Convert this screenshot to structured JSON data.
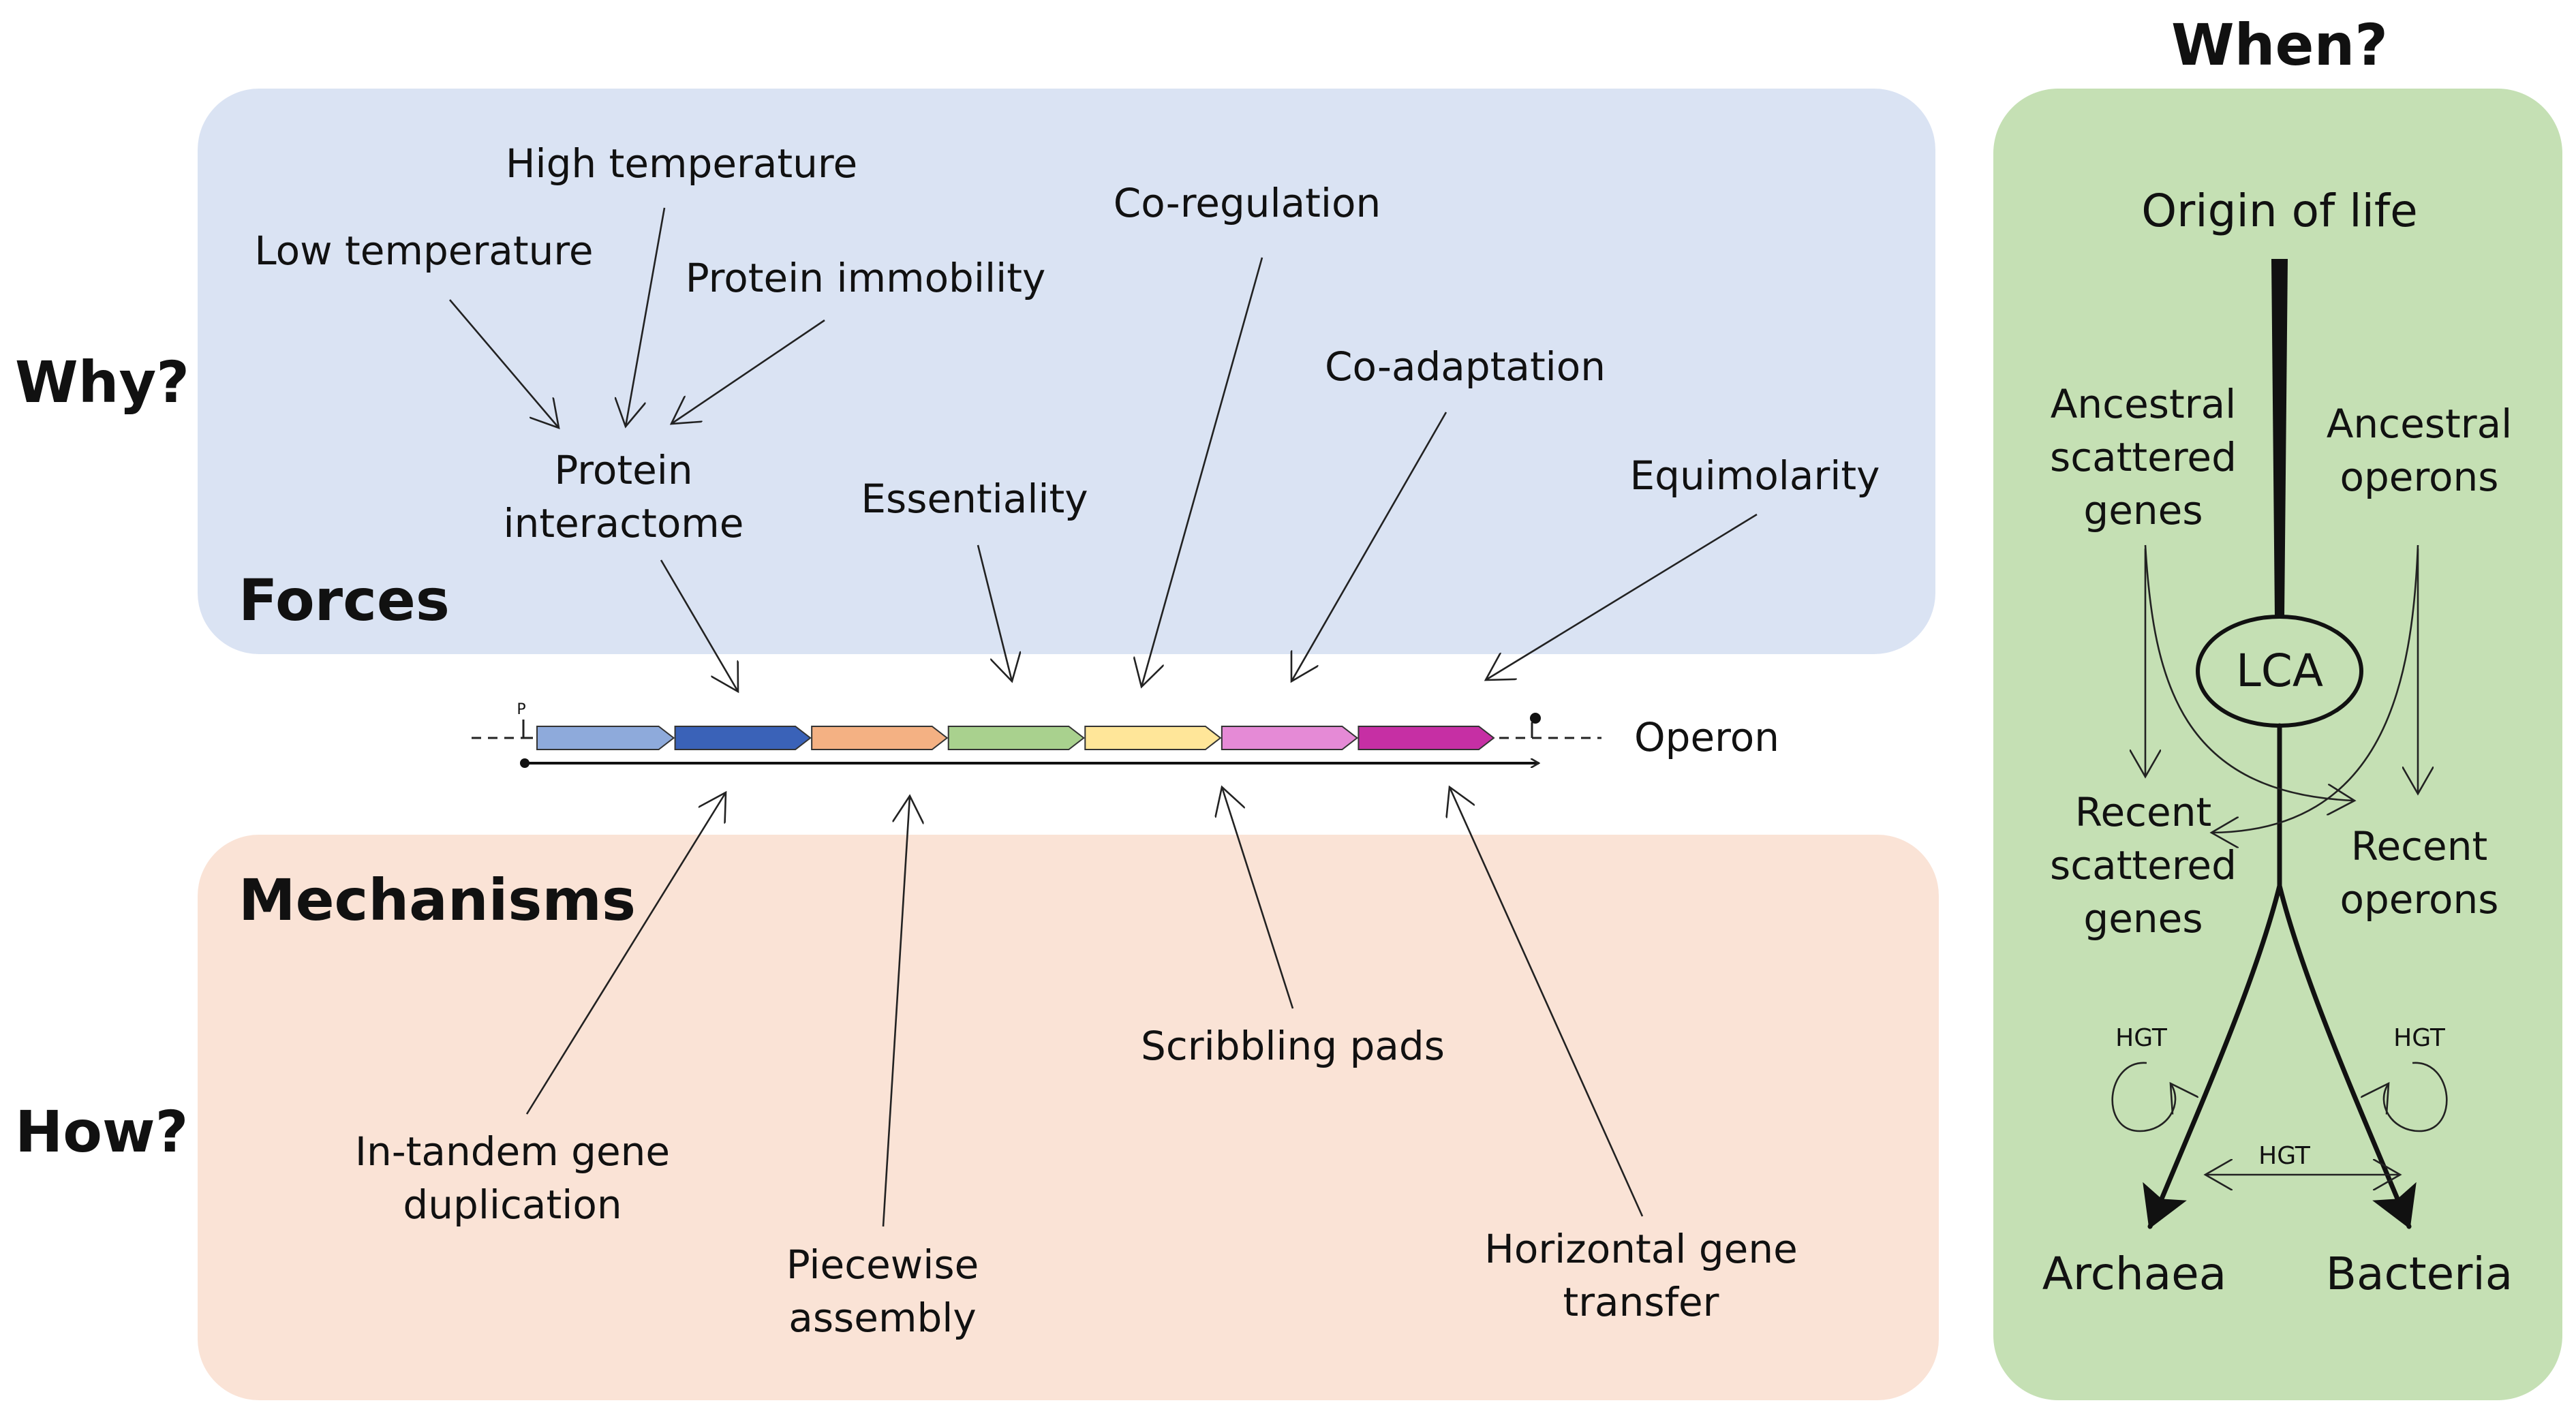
{
  "questions": {
    "why": "Why?",
    "how": "How?",
    "when": "When?"
  },
  "forces": {
    "title": "Forces",
    "labels": {
      "high_temperature": "High temperature",
      "low_temperature": "Low temperature",
      "protein_immobility": "Protein immobility",
      "protein_interactome_1": "Protein",
      "protein_interactome_2": "interactome",
      "co_regulation": "Co-regulation",
      "essentiality": "Essentiality",
      "co_adaptation": "Co-adaptation",
      "equimolarity": "Equimolarity"
    }
  },
  "mechanisms": {
    "title": "Mechanisms",
    "labels": {
      "tandem_1": "In-tandem gene",
      "tandem_2": "duplication",
      "piecewise_1": "Piecewise",
      "piecewise_2": "assembly",
      "scribbling": "Scribbling pads",
      "hgt_1": "Horizontal gene",
      "hgt_2": "transfer"
    }
  },
  "operon": {
    "label": "Operon",
    "promoter": "P",
    "gene_colors": [
      "#8eaadb",
      "#3a62b8",
      "#f4b183",
      "#a9d18e",
      "#ffe699",
      "#e58ad6",
      "#c62fa4"
    ]
  },
  "timeline": {
    "origin": "Origin of life",
    "lca": "LCA",
    "ancestral_scattered": [
      "Ancestral",
      "scattered",
      "genes"
    ],
    "ancestral_operons": [
      "Ancestral",
      "operons"
    ],
    "recent_scattered": [
      "Recent",
      "scattered",
      "genes"
    ],
    "recent_operons": [
      "Recent",
      "operons"
    ],
    "hgt": "HGT",
    "archaea": "Archaea",
    "bacteria": "Bacteria"
  },
  "colors": {
    "forces_panel": "#dae3f3",
    "mechanisms_panel": "#fae3d6",
    "timeline_panel": "#c5e0b4"
  }
}
